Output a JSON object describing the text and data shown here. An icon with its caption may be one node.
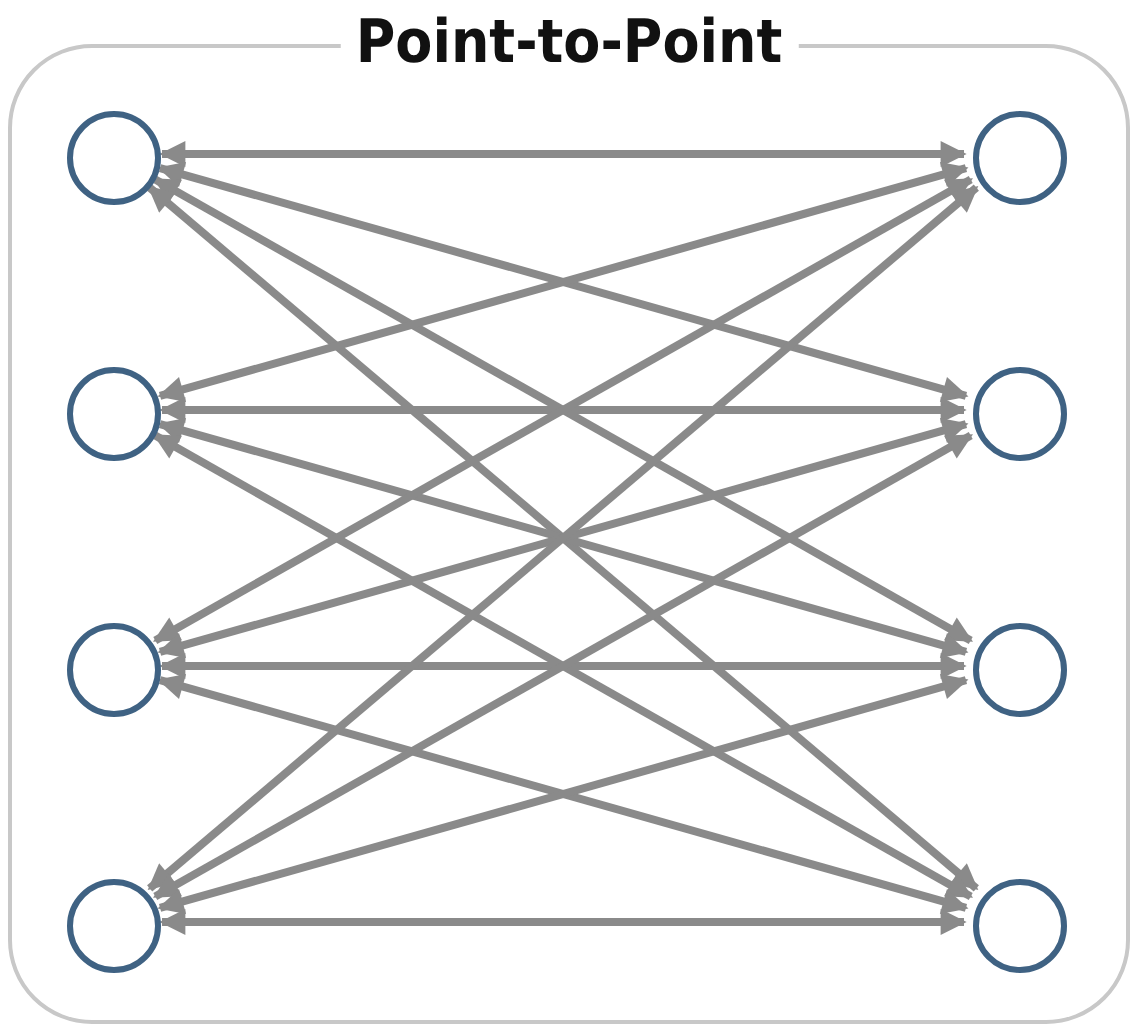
{
  "diagram": {
    "nodes": [
      {
        "text": [
          "Point-to-Point"
        ]
      },
      {
        "text": [],
        "shape": "circle",
        "in": 0
      },
      {
        "text": [],
        "shape": "circle",
        "in": 0
      },
      {
        "text": [],
        "shape": "circle",
        "in": 0
      },
      {
        "text": [],
        "shape": "circle",
        "in": 0
      },
      {
        "text": [],
        "shape": "circle",
        "in": 0
      },
      {
        "text": [],
        "shape": "circle",
        "in": 0
      },
      {
        "text": [],
        "shape": "circle",
        "in": 0
      },
      {
        "text": [],
        "shape": "circle",
        "in": 0
      }
    ],
    "edges": [
      {
        "from": 1,
        "to": 5,
        "arrow": "both"
      },
      {
        "from": 1,
        "to": 6,
        "arrow": "both"
      },
      {
        "from": 1,
        "to": 7,
        "arrow": "both"
      },
      {
        "from": 1,
        "to": 8,
        "arrow": "both"
      },
      {
        "from": 2,
        "to": 5,
        "arrow": "both"
      },
      {
        "from": 2,
        "to": 6,
        "arrow": "both"
      },
      {
        "from": 2,
        "to": 7,
        "arrow": "both"
      },
      {
        "from": 2,
        "to": 8,
        "arrow": "both"
      },
      {
        "from": 3,
        "to": 5,
        "arrow": "both"
      },
      {
        "from": 3,
        "to": 6,
        "arrow": "both"
      },
      {
        "from": 3,
        "to": 7,
        "arrow": "both"
      },
      {
        "from": 3,
        "to": 8,
        "arrow": "both"
      },
      {
        "from": 4,
        "to": 5,
        "arrow": "both"
      },
      {
        "from": 4,
        "to": 6,
        "arrow": "both"
      },
      {
        "from": 4,
        "to": 7,
        "arrow": "both"
      },
      {
        "from": 4,
        "to": 8,
        "arrow": "both"
      }
    ]
  }
}
